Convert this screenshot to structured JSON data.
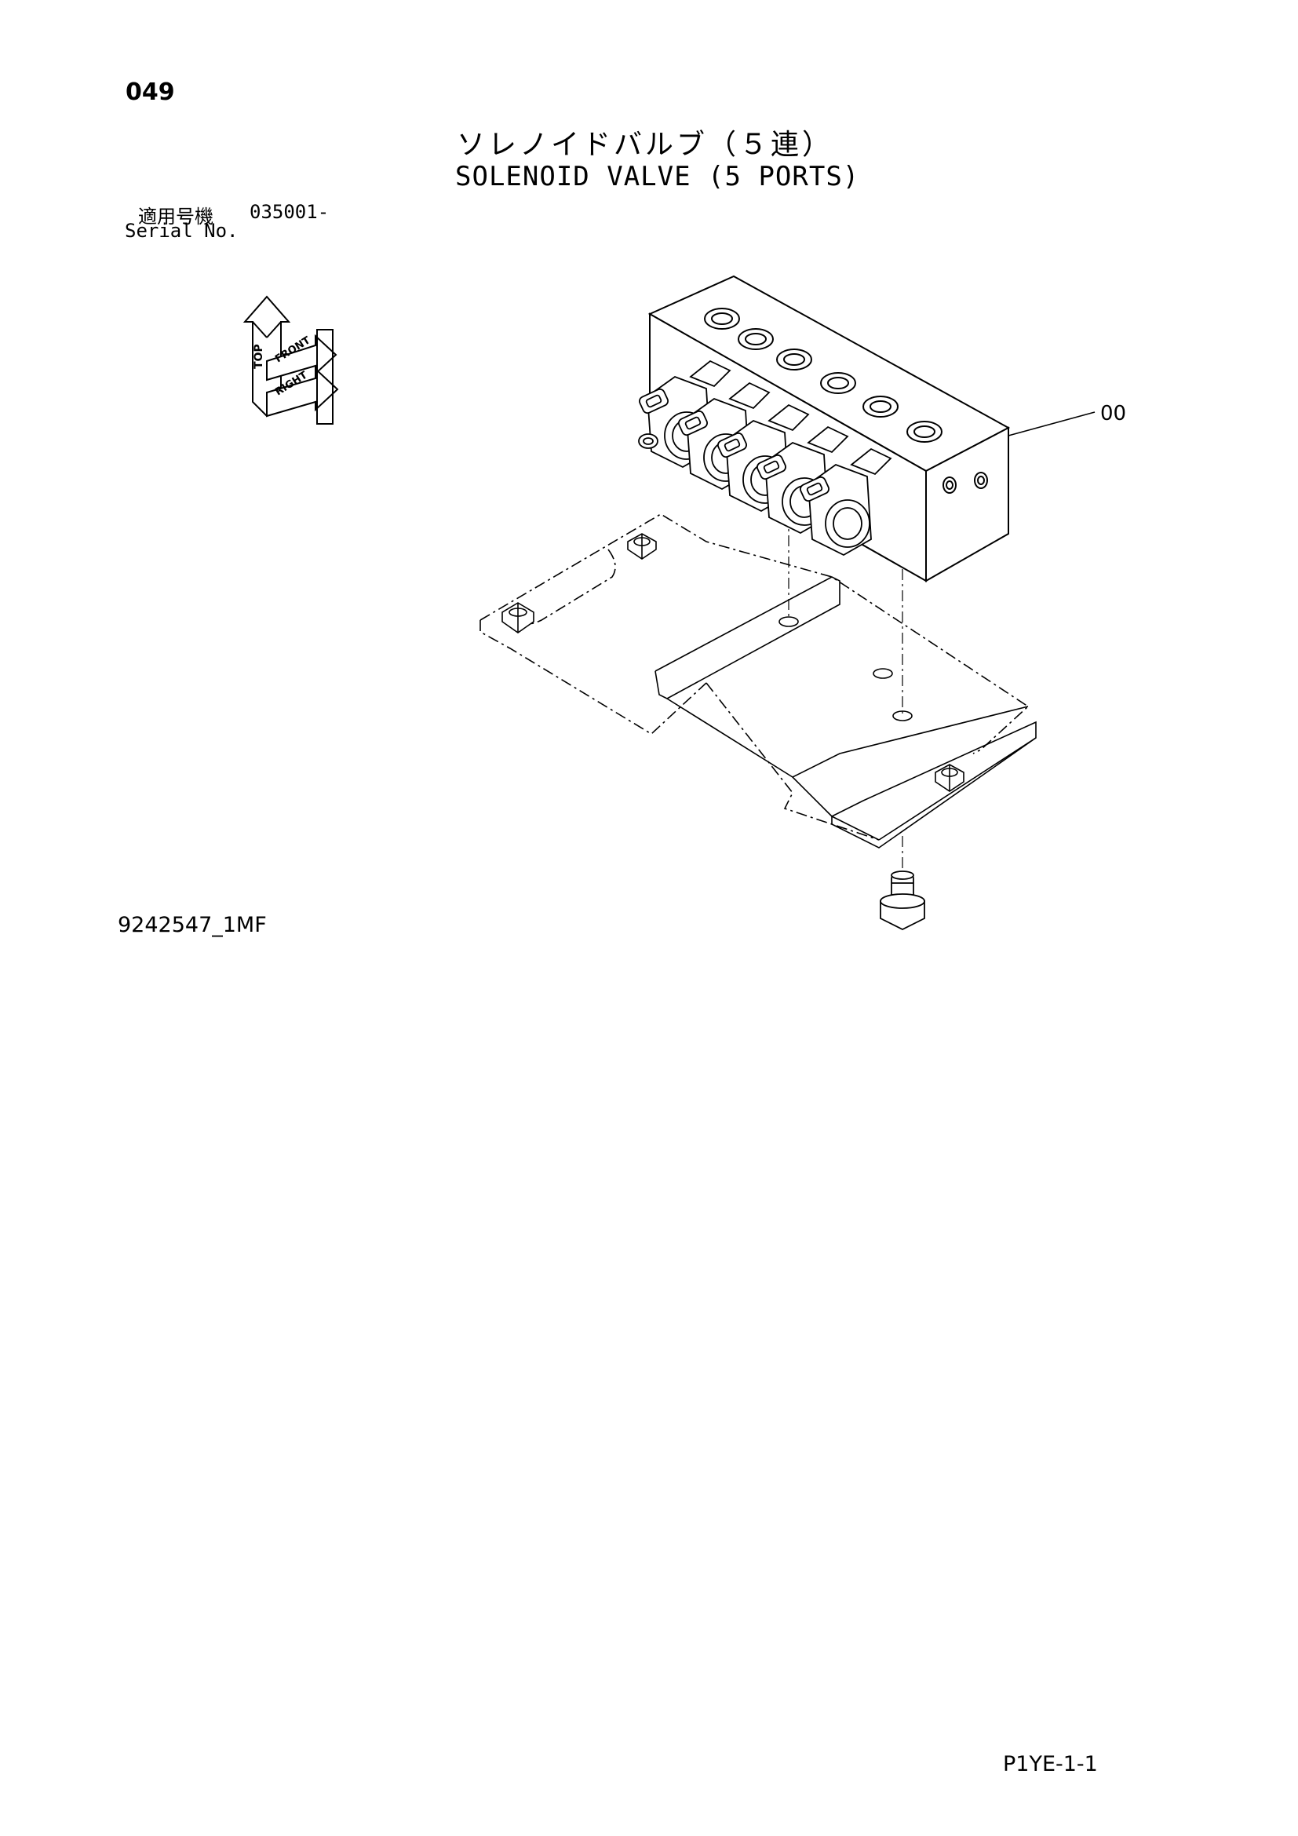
{
  "header": {
    "page_number": "049",
    "title_jp": "ソレノイドバルブ（５連）",
    "title_en": "SOLENOID VALVE (5 PORTS)"
  },
  "serial": {
    "label_jp": "適用号機",
    "value": "035001-",
    "label_en": "Serial No."
  },
  "diagram": {
    "orientation_labels": [
      "TOP",
      "FRONT",
      "RIGHT"
    ],
    "callouts": [
      {
        "label": "00"
      }
    ],
    "solenoid_count": 5,
    "port_count": 6
  },
  "footer": {
    "drawing_code": "9242547_1MF",
    "sheet_code": "P1YE-1-1"
  },
  "colors": {
    "line": "#000000",
    "background": "#ffffff"
  }
}
